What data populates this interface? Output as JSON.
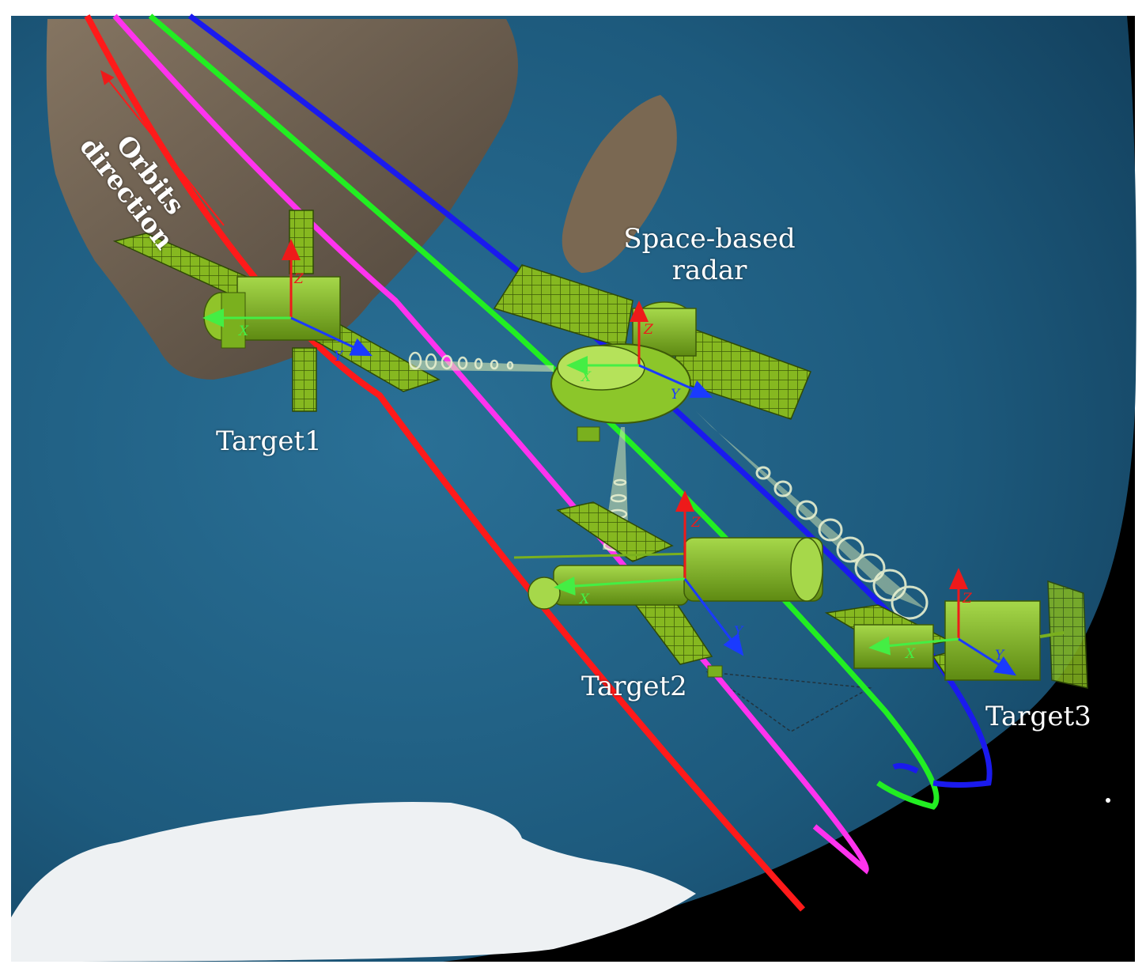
{
  "orbit_note": {
    "line1": "Orbits",
    "line2": "direction"
  },
  "radar_label": {
    "line1": "Space-based",
    "line2": "radar"
  },
  "targets": [
    {
      "id": "target1",
      "label": "Target1"
    },
    {
      "id": "target2",
      "label": "Target2"
    },
    {
      "id": "target3",
      "label": "Target3"
    }
  ],
  "axes": {
    "x": "X",
    "y": "Y",
    "z": "Z"
  },
  "colors": {
    "orbit_red": "#ff1a1a",
    "orbit_magenta": "#ff33ee",
    "orbit_green": "#22ee22",
    "orbit_blue": "#1a1aee",
    "satellite_green": "#88c01a",
    "axis_x": "#44ee44",
    "axis_y": "#1a3aff",
    "axis_z": "#ee1a1a",
    "ocean": "#1c5d80",
    "land": "#6b5a48",
    "ice": "#f2f4f6",
    "space": "#000000"
  }
}
